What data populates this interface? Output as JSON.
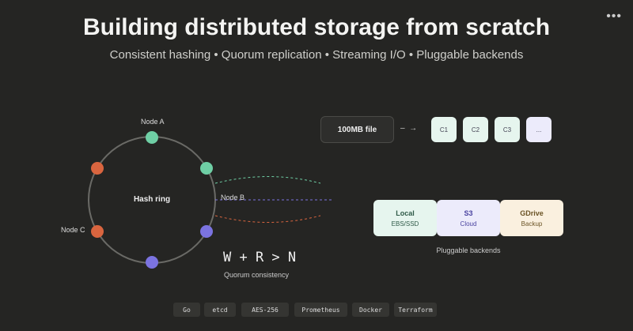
{
  "title": "Building distributed storage from scratch",
  "subtitle": "Consistent hashing • Quorum replication • Streaming I/O • Pluggable backends",
  "menu_icon": "more-dots-icon",
  "ring": {
    "center_label": "Hash ring",
    "node_a": "Node A",
    "node_b": "Node B",
    "node_c": "Node C"
  },
  "quorum": {
    "formula": "W + R > N",
    "caption": "Quorum consistency"
  },
  "chunking": {
    "file": "100MB file",
    "arrow": "–  →",
    "chunks": [
      "C1",
      "C2",
      "C3",
      "..."
    ]
  },
  "backends": {
    "items": [
      {
        "name": "Local",
        "sub": "EBS/SSD"
      },
      {
        "name": "S3",
        "sub": "Cloud"
      },
      {
        "name": "GDrive",
        "sub": "Backup"
      }
    ],
    "caption": "Pluggable backends"
  },
  "tags": [
    "Go",
    "etcd",
    "AES-256",
    "Prometheus",
    "Docker",
    "Terraform"
  ],
  "colors": {
    "green": "#6fcfa5",
    "orange": "#d9653f",
    "purple": "#7b73e0",
    "bg": "#252523"
  }
}
